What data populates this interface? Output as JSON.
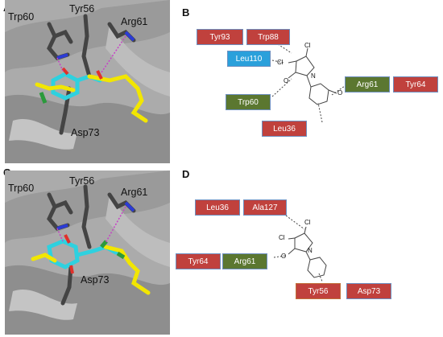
{
  "panels": {
    "A": {
      "letter": "A",
      "labels": {
        "trp": "Trp60",
        "tyr": "Tyr56",
        "arg": "Arg61",
        "asp": "Asp73"
      }
    },
    "B": {
      "letter": "B",
      "residues": {
        "tyr93": "Tyr93",
        "trp88": "Trp88",
        "leu110": "Leu110",
        "arg61": "Arg61",
        "tyr64": "Tyr64",
        "trp60": "Trp60",
        "leu36": "Leu36"
      },
      "atoms": {
        "cl1": "Cl",
        "cl2": "Cl",
        "n": "N",
        "o1": "O",
        "o2": "O"
      }
    },
    "C": {
      "letter": "C",
      "labels": {
        "trp": "Trp60",
        "tyr": "Tyr56",
        "arg": "Arg61",
        "asp": "Asp73"
      }
    },
    "D": {
      "letter": "D",
      "residues": {
        "leu36": "Leu36",
        "ala127": "Ala127",
        "tyr64": "Tyr64",
        "arg61": "Arg61",
        "tyr56": "Tyr56",
        "asp73": "Asp73"
      },
      "atoms": {
        "cl1": "Cl",
        "cl2": "Cl",
        "n": "N",
        "o1": "O"
      }
    }
  },
  "colors": {
    "hydrophobic_red": "#c0413d",
    "hydrophobic_blue": "#2aa0db",
    "hbond_green": "#5b7730",
    "protein_gray": "#ababab",
    "ligand_yellow": "#f2e600",
    "ligand_cyan": "#2ed1df"
  }
}
